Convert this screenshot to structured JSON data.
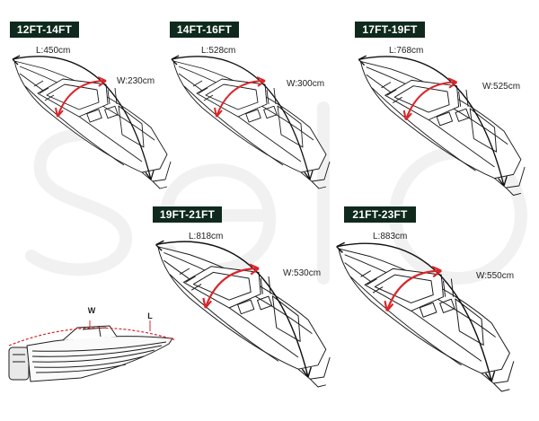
{
  "brand_watermark": "selo",
  "colors": {
    "badge_bg": "#0f2a1d",
    "length_arrow": "#111111",
    "width_arrow": "#d9262b",
    "outline": "#1c1c1c"
  },
  "cards": [
    {
      "size": "12FT-14FT",
      "length": "L:450cm",
      "width": "W:230cm"
    },
    {
      "size": "14FT-16FT",
      "length": "L:528cm",
      "width": "W:300cm"
    },
    {
      "size": "17FT-19FT",
      "length": "L:768cm",
      "width": "W:525cm"
    },
    {
      "size": "19FT-21FT",
      "length": "L:818cm",
      "width": "W:530cm"
    },
    {
      "size": "21FT-23FT",
      "length": "L:883cm",
      "width": "W:550cm"
    }
  ],
  "side_view": {
    "width_label": "W",
    "length_label": "L"
  }
}
